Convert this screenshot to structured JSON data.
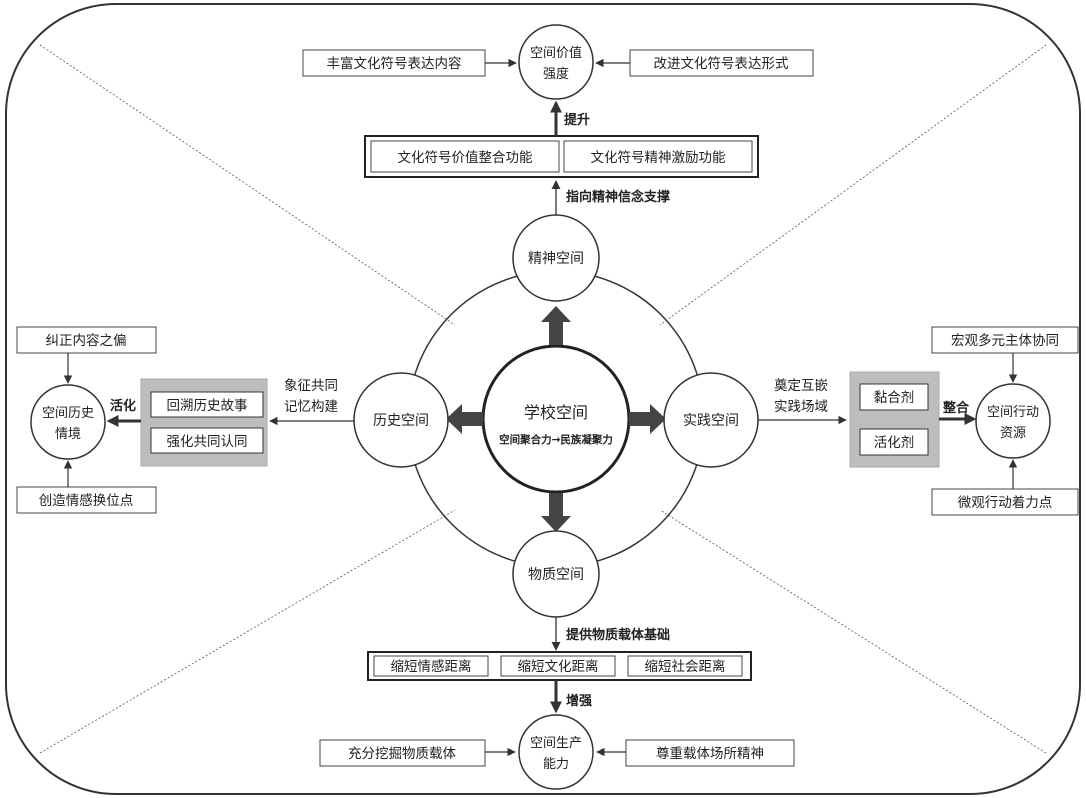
{
  "center": {
    "title": "学校空间",
    "subtitle": "空间聚合力→民族凝聚力"
  },
  "spaces": {
    "spirit": "精神空间",
    "history": "历史空间",
    "practice": "实践空间",
    "material": "物质空间"
  },
  "top": {
    "link_label": "指向精神信念支撑",
    "functions": [
      "文化符号价值整合功能",
      "文化符号精神激励功能"
    ],
    "arrow_label": "提升",
    "goal": [
      "空间价值",
      "强度"
    ],
    "left_input": "丰富文化符号表达内容",
    "right_input": "改进文化符号表达形式"
  },
  "left": {
    "link_label": [
      "象征共同",
      "记忆构建"
    ],
    "items": [
      "回溯历史故事",
      "强化共同认同"
    ],
    "arrow_label": "活化",
    "goal": [
      "空间历史",
      "情境"
    ],
    "top_input": "纠正内容之偏",
    "bottom_input": "创造情感换位点"
  },
  "right": {
    "link_label": [
      "奠定互嵌",
      "实践场域"
    ],
    "items": [
      "黏合剂",
      "活化剂"
    ],
    "arrow_label": "整合",
    "goal": [
      "空间行动",
      "资源"
    ],
    "top_input": "宏观多元主体协同",
    "bottom_input": "微观行动着力点"
  },
  "bottom": {
    "link_label": "提供物质载体基础",
    "items": [
      "缩短情感距离",
      "缩短文化距离",
      "缩短社会距离"
    ],
    "arrow_label": "增强",
    "goal": [
      "空间生产",
      "能力"
    ],
    "left_input": "充分挖掘物质载体",
    "right_input": "尊重载体场所精神"
  }
}
